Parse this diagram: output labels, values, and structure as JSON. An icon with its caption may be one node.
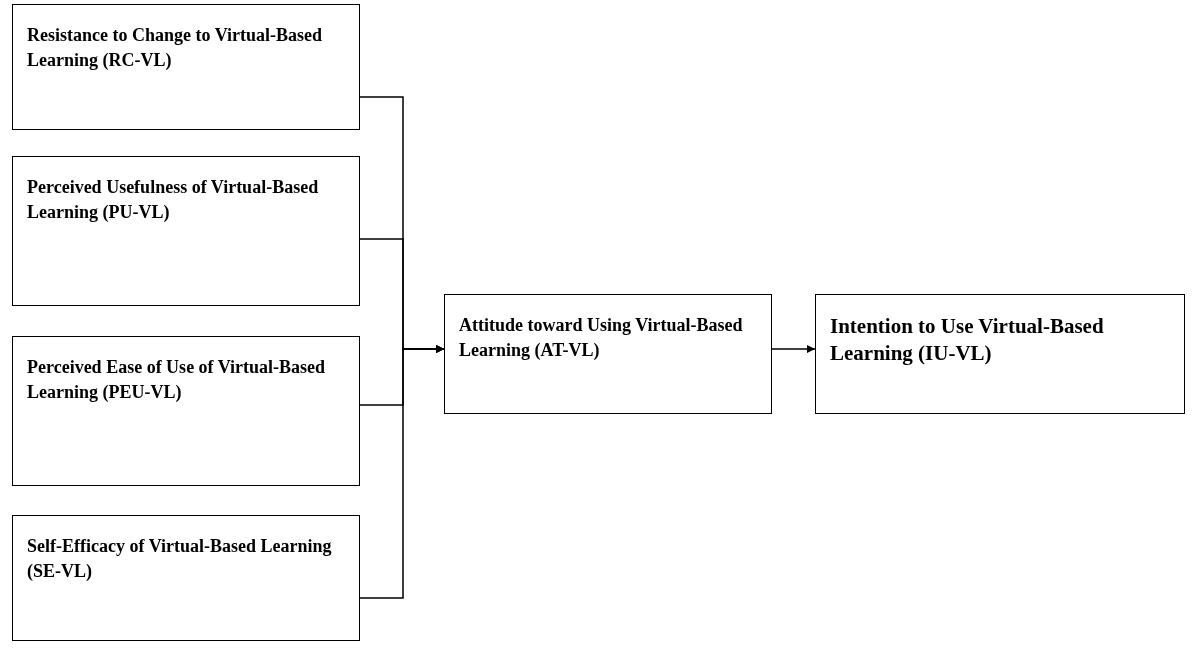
{
  "diagram": {
    "nodes": [
      {
        "text": [
          "Resistance to Change to Virtual-Based Learning (RC-VL)"
        ]
      },
      {
        "text": [
          "Perceived Usefulness of Virtual-Based Learning (PU-VL)"
        ]
      },
      {
        "text": [
          "Perceived Ease of Use of Virtual-Based Learning (PEU-VL)"
        ]
      },
      {
        "text": [
          "Self-Efficacy of Virtual-Based Learning (SE-VL)"
        ]
      },
      {
        "text": [
          "Attitude toward Using Virtual-Based Learning (AT-VL)"
        ]
      },
      {
        "text": [
          "Intention to Use Virtual-Based Learning (IU-VL)"
        ]
      }
    ],
    "edges": [
      {
        "from": 0,
        "to": 4,
        "arrow": "to"
      },
      {
        "from": 1,
        "to": 4,
        "arrow": "to"
      },
      {
        "from": 2,
        "to": 4,
        "arrow": "to"
      },
      {
        "from": 3,
        "to": 4,
        "arrow": "to"
      },
      {
        "from": 4,
        "to": 5,
        "arrow": "to"
      }
    ]
  }
}
